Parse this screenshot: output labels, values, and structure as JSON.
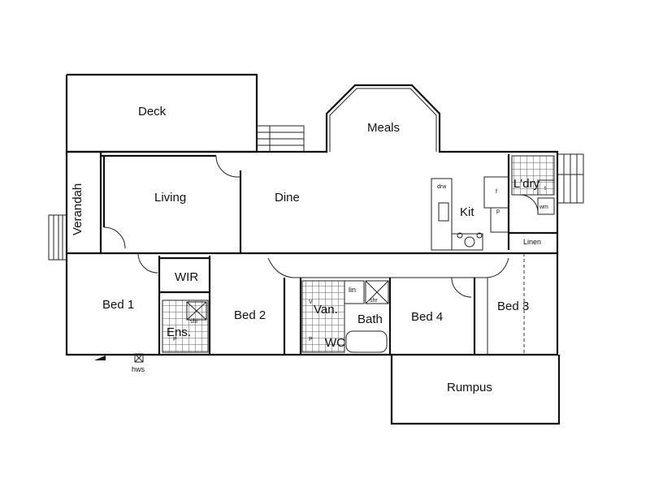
{
  "plan": {
    "rooms": {
      "deck": "Deck",
      "meals": "Meals",
      "verandah": "Verandah",
      "living": "Living",
      "dine": "Dine",
      "kit": "Kit",
      "ldry": "L'dry",
      "linen": "Linen",
      "bed1": "Bed 1",
      "wir": "WIR",
      "ens": "Ens.",
      "bed2": "Bed 2",
      "van": "Van.",
      "bath": "Bath",
      "wc": "WC",
      "lin": "lin",
      "bed4": "Bed 4",
      "bed3": "Bed 3",
      "rumpus": "Rumpus"
    },
    "fixtures": {
      "shr": "shr",
      "drw": "drw",
      "wm": "wm",
      "tub": "t",
      "fridge": "f",
      "pantry": "p",
      "hws": "hws",
      "vanity": "V",
      "p": "P"
    }
  }
}
